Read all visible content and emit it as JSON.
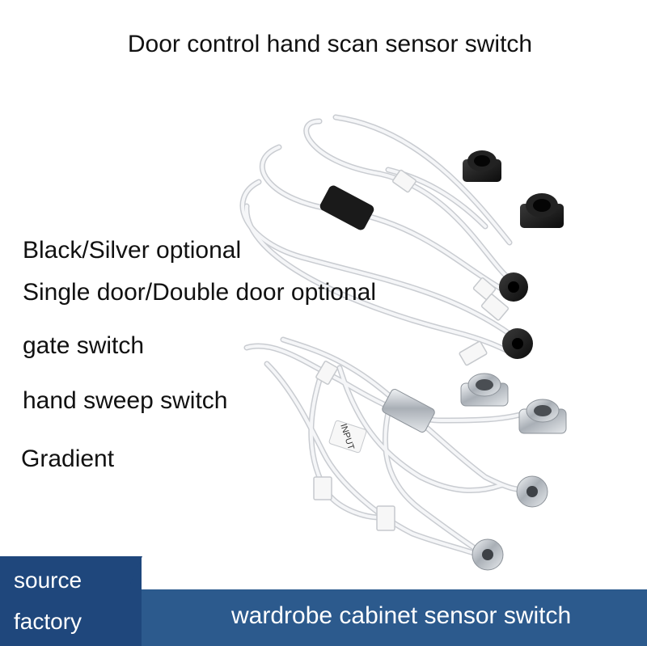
{
  "title": "Door control hand scan sensor switch",
  "features": [
    "Black/Silver optional",
    "Single door/Double door optional",
    "gate switch",
    "hand sweep switch",
    "Gradient"
  ],
  "product_label": "INPUT",
  "footer": {
    "source_line1": "source",
    "source_line2": "factory",
    "caption": "wardrobe cabinet sensor switch"
  },
  "colors": {
    "footer_band": "#2c5a8d",
    "source_box": "#1f477c",
    "black_sensor": "#161616",
    "silver_sensor": "#bfc4ca",
    "cable": "#f2f3f5"
  }
}
